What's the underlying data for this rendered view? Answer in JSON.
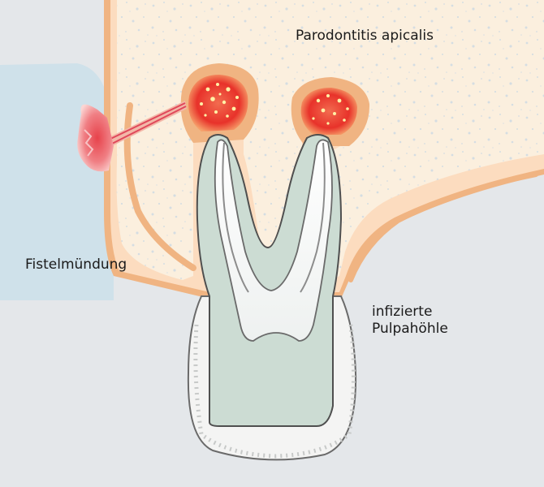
{
  "labels": {
    "parodontitis": "Parodontitis apicalis",
    "fistel": "Fistelmündung",
    "pulpa_line1": "infizierte",
    "pulpa_line2": "Pulpahöhle"
  },
  "colors": {
    "bone": "#fbefde",
    "bone_speckle": "#d4dde2",
    "gingiva_outline": "#f0b482",
    "gingiva": "#fcdcbf",
    "soft_tissue_left": "#cfe1ea",
    "oral_background": "#e4e7ea",
    "crown_outline": "#6a6a6a",
    "crown_fill": "#f4f4f3",
    "tooth_green": "#ccdcd3",
    "pulp_light": "#ffffff",
    "abscess": "#e9342c",
    "abscess_halo": "#f6a16b",
    "pus_dots": "#fff1a6"
  },
  "icons": [
    "tooth-cross-section-illustration",
    "abscess-icon",
    "fistula-tract-icon"
  ]
}
